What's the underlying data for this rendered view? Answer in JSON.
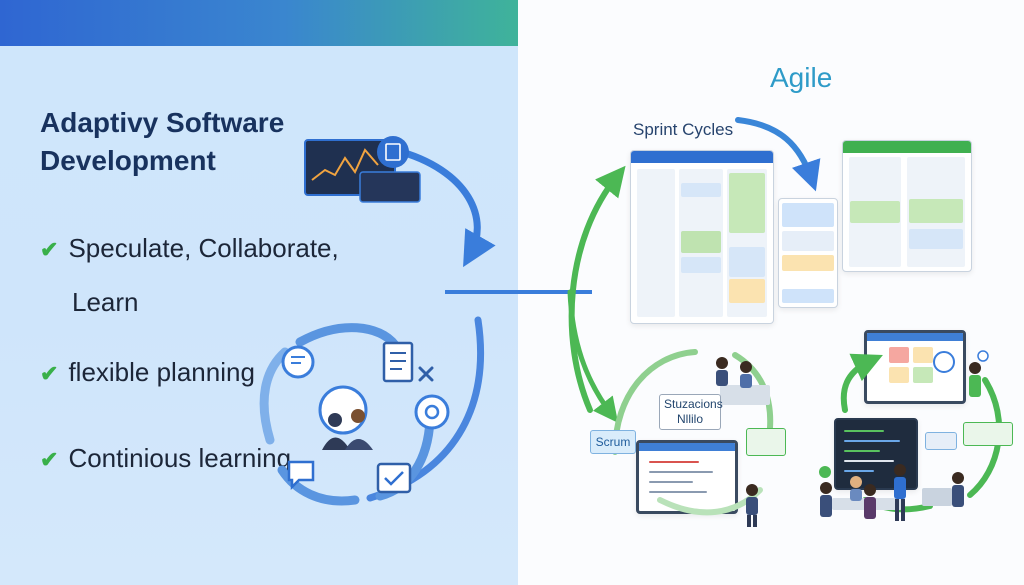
{
  "left": {
    "title": "Adaptivy Software Development",
    "bullets": [
      {
        "text": "Speculate, Collaborate,",
        "continuation": "Learn"
      },
      {
        "text": "flexible planning"
      },
      {
        "text": "Continious learning"
      }
    ]
  },
  "right": {
    "agile": "Agile",
    "sprint_cycles": "Sprint Cycles",
    "scrum": "Scrum",
    "whiteboard_line1": "Stuzacions",
    "whiteboard_line2": "Nllilo"
  },
  "colors": {
    "band_start": "#2f66d2",
    "band_end": "#3fb39a",
    "title": "#18325e",
    "check": "#39b04a",
    "agile": "#2e9bc8",
    "arrow_blue": "#3a7ddb",
    "arrow_green": "#4cb854"
  },
  "icons": [
    "checkmark-icon",
    "laptop-code-icon",
    "document-icon",
    "people-icon",
    "chat-icon",
    "calendar-icon",
    "tools-icon",
    "kanban-board-icon",
    "team-meeting-icon"
  ]
}
